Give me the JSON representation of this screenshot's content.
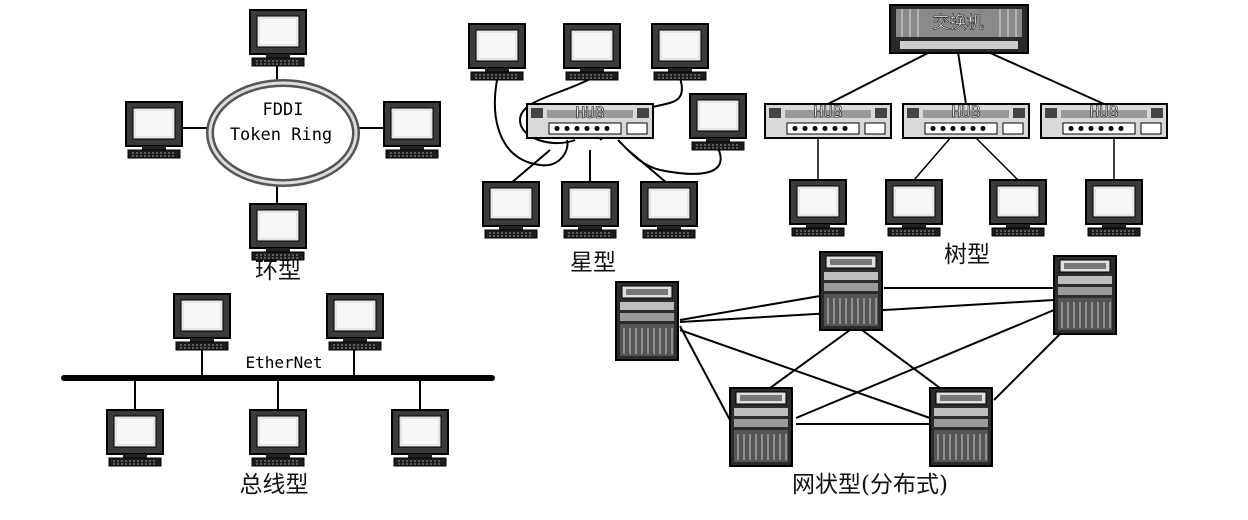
{
  "ring": {
    "name": "FDDI",
    "subtitle": "Token Ring",
    "caption": "环型"
  },
  "star": {
    "hub_label": "HUB",
    "caption": "星型"
  },
  "tree": {
    "switch_label": "交换机",
    "hub_label": "HUB",
    "caption": "树型"
  },
  "bus": {
    "backbone_label": "EtherNet",
    "caption": "总线型"
  },
  "mesh": {
    "caption": "网状型(分布式)"
  }
}
